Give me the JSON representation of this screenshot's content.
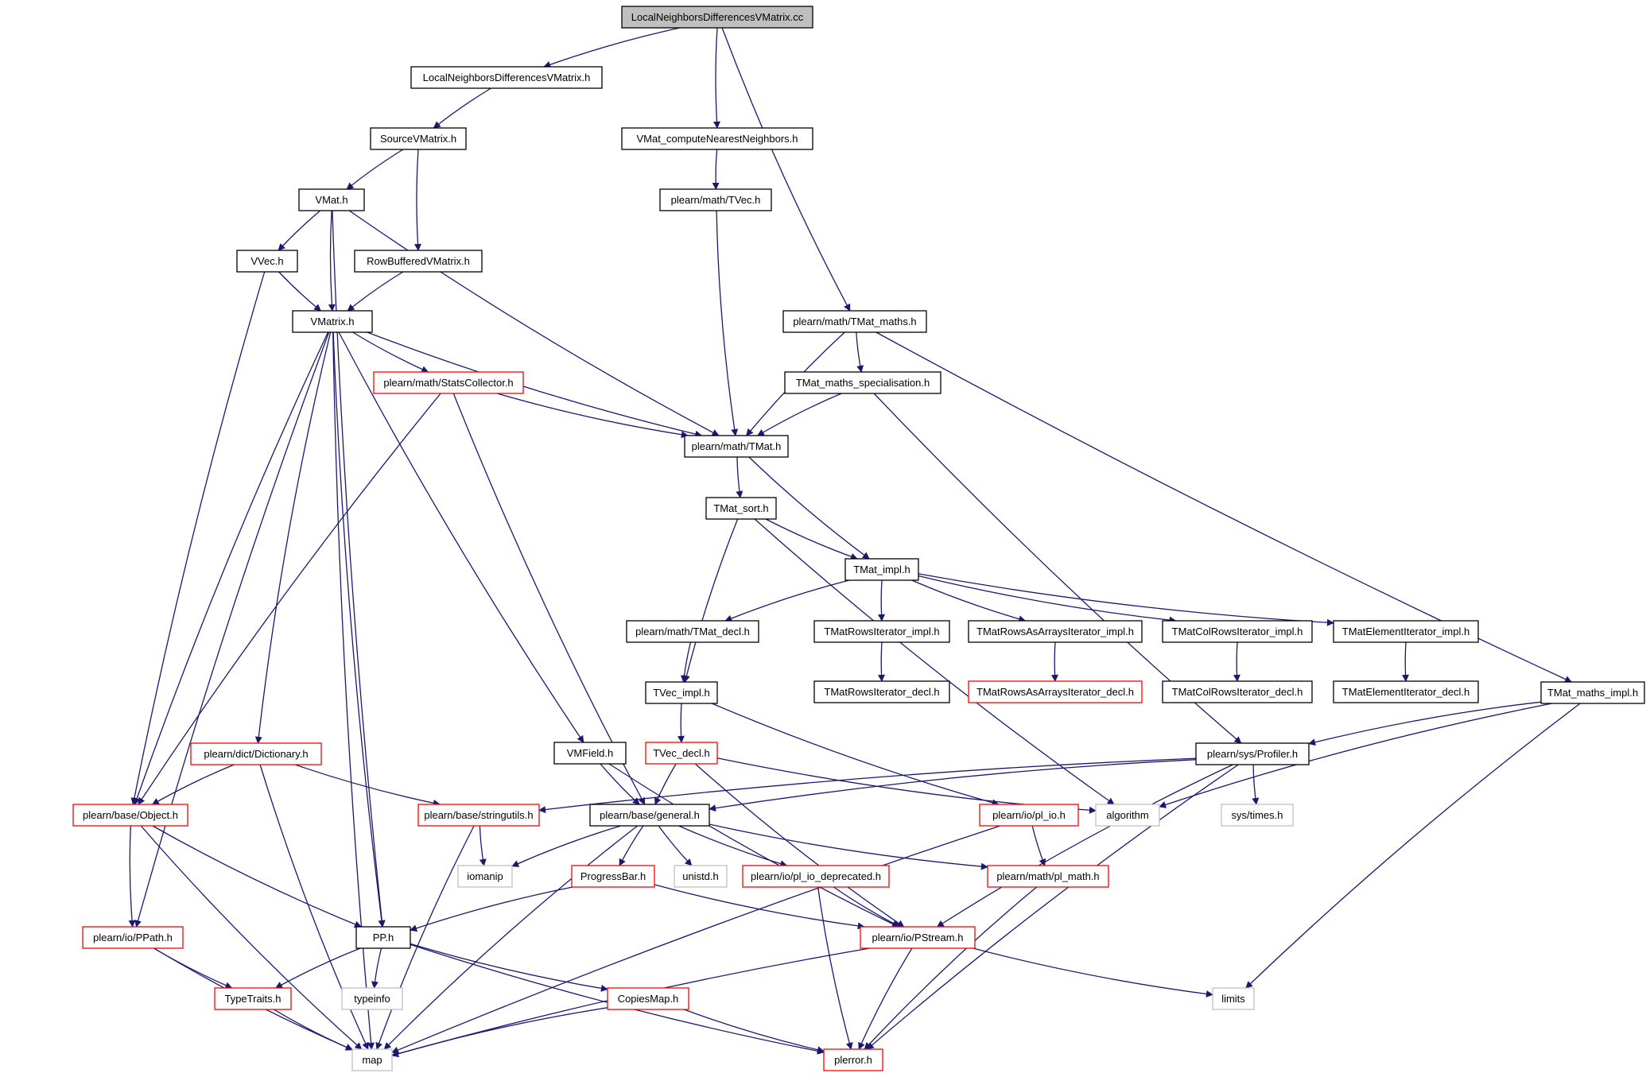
{
  "colors": {
    "edge": "#191970",
    "root_fill": "#bfbfbf",
    "normal_border": "#000000",
    "truncated_border": "#ff0000",
    "external_border": "#bfbfbf"
  },
  "nodes": [
    {
      "id": "root",
      "label": "LocalNeighborsDifferencesVMatrix.cc",
      "kind": "root"
    },
    {
      "id": "lndvm_h",
      "label": "LocalNeighborsDifferencesVMatrix.h",
      "kind": "normal"
    },
    {
      "id": "source",
      "label": "SourceVMatrix.h",
      "kind": "normal"
    },
    {
      "id": "vmat_knn",
      "label": "VMat_computeNearestNeighbors.h",
      "kind": "normal"
    },
    {
      "id": "tvec",
      "label": "plearn/math/TVec.h",
      "kind": "normal"
    },
    {
      "id": "vmat_h",
      "label": "VMat.h",
      "kind": "normal"
    },
    {
      "id": "vvec",
      "label": "VVec.h",
      "kind": "normal"
    },
    {
      "id": "rowbuf",
      "label": "RowBufferedVMatrix.h",
      "kind": "normal"
    },
    {
      "id": "vmatrix",
      "label": "VMatrix.h",
      "kind": "normal"
    },
    {
      "id": "tmat_maths",
      "label": "plearn/math/TMat_maths.h",
      "kind": "normal"
    },
    {
      "id": "tmat_spec",
      "label": "TMat_maths_specialisation.h",
      "kind": "normal"
    },
    {
      "id": "stats",
      "label": "plearn/math/StatsCollector.h",
      "kind": "truncated"
    },
    {
      "id": "tmat",
      "label": "plearn/math/TMat.h",
      "kind": "normal"
    },
    {
      "id": "tmat_sort",
      "label": "TMat_sort.h",
      "kind": "normal"
    },
    {
      "id": "tmat_impl",
      "label": "TMat_impl.h",
      "kind": "normal"
    },
    {
      "id": "tmat_decl",
      "label": "plearn/math/TMat_decl.h",
      "kind": "normal"
    },
    {
      "id": "rows_it_impl",
      "label": "TMatRowsIterator_impl.h",
      "kind": "normal"
    },
    {
      "id": "rowsarr_impl",
      "label": "TMatRowsAsArraysIterator_impl.h",
      "kind": "normal"
    },
    {
      "id": "colrows_impl",
      "label": "TMatColRowsIterator_impl.h",
      "kind": "normal"
    },
    {
      "id": "elem_impl",
      "label": "TMatElementIterator_impl.h",
      "kind": "normal"
    },
    {
      "id": "tvec_impl",
      "label": "TVec_impl.h",
      "kind": "normal"
    },
    {
      "id": "rows_it_decl",
      "label": "TMatRowsIterator_decl.h",
      "kind": "normal"
    },
    {
      "id": "rowsarr_decl",
      "label": "TMatRowsAsArraysIterator_decl.h",
      "kind": "truncated"
    },
    {
      "id": "colrows_decl",
      "label": "TMatColRowsIterator_decl.h",
      "kind": "normal"
    },
    {
      "id": "elem_decl",
      "label": "TMatElementIterator_decl.h",
      "kind": "normal"
    },
    {
      "id": "tmat_maths_impl",
      "label": "TMat_maths_impl.h",
      "kind": "normal"
    },
    {
      "id": "dictionary",
      "label": "plearn/dict/Dictionary.h",
      "kind": "truncated"
    },
    {
      "id": "vmfield",
      "label": "VMField.h",
      "kind": "normal"
    },
    {
      "id": "tvec_decl",
      "label": "TVec_decl.h",
      "kind": "truncated"
    },
    {
      "id": "profiler",
      "label": "plearn/sys/Profiler.h",
      "kind": "normal"
    },
    {
      "id": "object",
      "label": "plearn/base/Object.h",
      "kind": "truncated"
    },
    {
      "id": "stringutils",
      "label": "plearn/base/stringutils.h",
      "kind": "truncated"
    },
    {
      "id": "general",
      "label": "plearn/base/general.h",
      "kind": "normal"
    },
    {
      "id": "pl_io",
      "label": "plearn/io/pl_io.h",
      "kind": "truncated"
    },
    {
      "id": "algorithm",
      "label": "algorithm",
      "kind": "external"
    },
    {
      "id": "systimes",
      "label": "sys/times.h",
      "kind": "external"
    },
    {
      "id": "iomanip",
      "label": "iomanip",
      "kind": "external"
    },
    {
      "id": "progress",
      "label": "ProgressBar.h",
      "kind": "truncated"
    },
    {
      "id": "unistd",
      "label": "unistd.h",
      "kind": "external"
    },
    {
      "id": "pl_io_dep",
      "label": "plearn/io/pl_io_deprecated.h",
      "kind": "truncated"
    },
    {
      "id": "pl_math",
      "label": "plearn/math/pl_math.h",
      "kind": "truncated"
    },
    {
      "id": "ppath",
      "label": "plearn/io/PPath.h",
      "kind": "truncated"
    },
    {
      "id": "pp",
      "label": "PP.h",
      "kind": "normal"
    },
    {
      "id": "pstream",
      "label": "plearn/io/PStream.h",
      "kind": "truncated"
    },
    {
      "id": "typetraits",
      "label": "TypeTraits.h",
      "kind": "truncated"
    },
    {
      "id": "typeinfo",
      "label": "typeinfo",
      "kind": "external"
    },
    {
      "id": "copiesmap",
      "label": "CopiesMap.h",
      "kind": "truncated"
    },
    {
      "id": "limits",
      "label": "limits",
      "kind": "external"
    },
    {
      "id": "map",
      "label": "map",
      "kind": "external"
    },
    {
      "id": "plerror",
      "label": "plerror.h",
      "kind": "truncated"
    }
  ],
  "edges": [
    [
      "root",
      "lndvm_h"
    ],
    [
      "root",
      "vmat_knn"
    ],
    [
      "root",
      "tmat_maths"
    ],
    [
      "lndvm_h",
      "source"
    ],
    [
      "source",
      "vmat_h"
    ],
    [
      "source",
      "rowbuf"
    ],
    [
      "vmat_knn",
      "tvec"
    ],
    [
      "tvec",
      "tmat"
    ],
    [
      "vmat_h",
      "vvec"
    ],
    [
      "vmat_h",
      "vmatrix"
    ],
    [
      "vmat_h",
      "tmat"
    ],
    [
      "vmat_h",
      "pp"
    ],
    [
      "vvec",
      "vmatrix"
    ],
    [
      "vvec",
      "object"
    ],
    [
      "rowbuf",
      "vmatrix"
    ],
    [
      "vmatrix",
      "stats"
    ],
    [
      "vmatrix",
      "tmat"
    ],
    [
      "vmatrix",
      "vmfield"
    ],
    [
      "vmatrix",
      "dictionary"
    ],
    [
      "vmatrix",
      "object"
    ],
    [
      "vmatrix",
      "ppath"
    ],
    [
      "vmatrix",
      "pp"
    ],
    [
      "vmatrix",
      "map"
    ],
    [
      "tmat_maths",
      "tmat_spec"
    ],
    [
      "tmat_maths",
      "tmat"
    ],
    [
      "tmat_maths",
      "tmat_maths_impl"
    ],
    [
      "tmat_spec",
      "tmat"
    ],
    [
      "tmat_spec",
      "profiler"
    ],
    [
      "stats",
      "tmat"
    ],
    [
      "stats",
      "object"
    ],
    [
      "stats",
      "general"
    ],
    [
      "tmat",
      "tmat_sort"
    ],
    [
      "tmat",
      "tmat_impl"
    ],
    [
      "tmat_sort",
      "tmat_impl"
    ],
    [
      "tmat_sort",
      "tvec_impl"
    ],
    [
      "tmat_sort",
      "algorithm"
    ],
    [
      "tmat_impl",
      "tmat_decl"
    ],
    [
      "tmat_impl",
      "rows_it_impl"
    ],
    [
      "tmat_impl",
      "rowsarr_impl"
    ],
    [
      "tmat_impl",
      "colrows_impl"
    ],
    [
      "tmat_impl",
      "elem_impl"
    ],
    [
      "tmat_decl",
      "tvec_impl"
    ],
    [
      "rows_it_impl",
      "rows_it_decl"
    ],
    [
      "rowsarr_impl",
      "rowsarr_decl"
    ],
    [
      "colrows_impl",
      "colrows_decl"
    ],
    [
      "elem_impl",
      "elem_decl"
    ],
    [
      "tvec_impl",
      "tvec_decl"
    ],
    [
      "tvec_impl",
      "pl_io"
    ],
    [
      "tmat_maths_impl",
      "profiler"
    ],
    [
      "tmat_maths_impl",
      "algorithm"
    ],
    [
      "tmat_maths_impl",
      "limits"
    ],
    [
      "dictionary",
      "object"
    ],
    [
      "dictionary",
      "stringutils"
    ],
    [
      "dictionary",
      "map"
    ],
    [
      "vmfield",
      "general"
    ],
    [
      "vmfield",
      "pstream"
    ],
    [
      "tvec_decl",
      "general"
    ],
    [
      "tvec_decl",
      "pstream"
    ],
    [
      "tvec_decl",
      "algorithm"
    ],
    [
      "profiler",
      "stringutils"
    ],
    [
      "profiler",
      "general"
    ],
    [
      "profiler",
      "systimes"
    ],
    [
      "profiler",
      "pstream"
    ],
    [
      "profiler",
      "plerror"
    ],
    [
      "object",
      "ppath"
    ],
    [
      "object",
      "pp"
    ],
    [
      "object",
      "map"
    ],
    [
      "stringutils",
      "iomanip"
    ],
    [
      "stringutils",
      "map"
    ],
    [
      "general",
      "iomanip"
    ],
    [
      "general",
      "progress"
    ],
    [
      "general",
      "unistd"
    ],
    [
      "general",
      "pl_io_dep"
    ],
    [
      "general",
      "pl_math"
    ],
    [
      "general",
      "map"
    ],
    [
      "pl_io",
      "pl_math"
    ],
    [
      "pl_io",
      "map"
    ],
    [
      "progress",
      "pp"
    ],
    [
      "progress",
      "pstream"
    ],
    [
      "pl_io_dep",
      "pstream"
    ],
    [
      "pl_io_dep",
      "plerror"
    ],
    [
      "pl_math",
      "plerror"
    ],
    [
      "ppath",
      "typetraits"
    ],
    [
      "ppath",
      "map"
    ],
    [
      "pp",
      "typetraits"
    ],
    [
      "pp",
      "typeinfo"
    ],
    [
      "pp",
      "copiesmap"
    ],
    [
      "pp",
      "plerror"
    ],
    [
      "pstream",
      "map"
    ],
    [
      "pstream",
      "limits"
    ],
    [
      "pstream",
      "plerror"
    ],
    [
      "typetraits",
      "map"
    ],
    [
      "copiesmap",
      "map"
    ],
    [
      "copiesmap",
      "plerror"
    ]
  ]
}
